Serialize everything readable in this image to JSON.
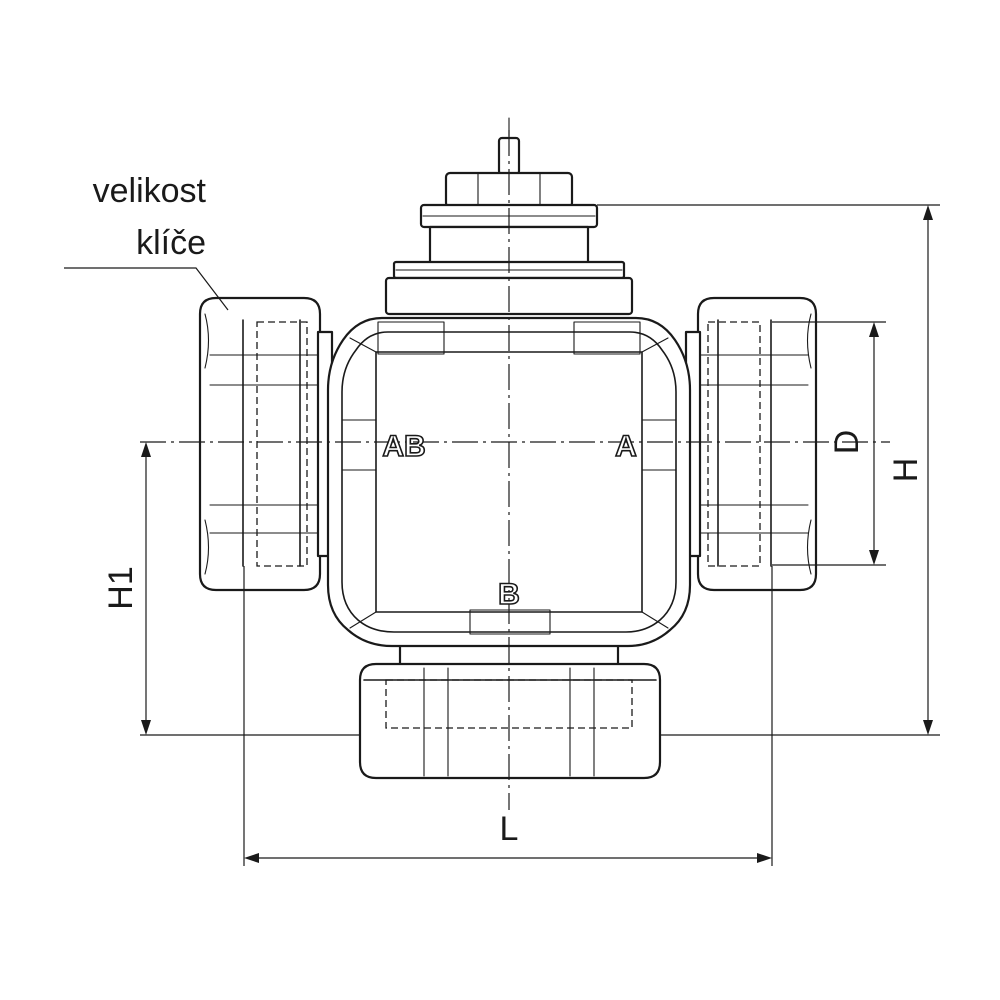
{
  "drawing": {
    "callout": {
      "line1": "velikost",
      "line2": "klíče"
    },
    "ports": {
      "ab": "AB",
      "a": "A",
      "b": "B"
    },
    "dimensions": {
      "d": "D",
      "h": "H",
      "h1": "H1",
      "l": "L"
    }
  }
}
